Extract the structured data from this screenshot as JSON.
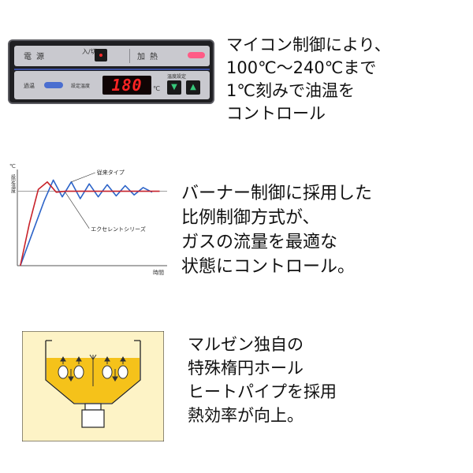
{
  "panel": {
    "power_label": "電源",
    "toggle_label": "入/切",
    "heat_label": "加熱",
    "overtemp_label": "過温",
    "settemp_label": "設定温度",
    "display_value": "180",
    "unit_label": "℃",
    "tempset_label": "温度設定",
    "down_glyph": "▼",
    "up_glyph": "▲",
    "led_color": "#ff2a2a",
    "heat_lamp_color": "#ff5b86",
    "overtemp_lamp_color": "#4a6ed0",
    "button_glyph_color": "#36c97a"
  },
  "section1": {
    "lines": [
      "マイコン制御により、",
      "100℃〜240℃まで",
      "1℃刻みで油温を",
      "コントロール"
    ]
  },
  "chart_data": {
    "type": "line",
    "ylabel": "設定温度",
    "yunit": "℃",
    "xlabel": "時間",
    "setpoint_y": 0.8,
    "xlim": [
      0,
      1
    ],
    "ylim": [
      0,
      1
    ],
    "series": [
      {
        "name": "従来タイプ",
        "color": "#2c63c8",
        "x": [
          0.02,
          0.1,
          0.18,
          0.24,
          0.3,
          0.36,
          0.42,
          0.48,
          0.54,
          0.6,
          0.66,
          0.72,
          0.78,
          0.84,
          0.9
        ],
        "y": [
          0.0,
          0.35,
          0.7,
          0.92,
          0.74,
          0.9,
          0.72,
          0.88,
          0.74,
          0.87,
          0.75,
          0.86,
          0.76,
          0.84,
          0.79
        ]
      },
      {
        "name": "エクセレントシリーズ",
        "color": "#c8222a",
        "x": [
          0.02,
          0.08,
          0.14,
          0.2,
          0.26,
          0.32,
          0.38,
          0.44,
          0.95
        ],
        "y": [
          0.0,
          0.45,
          0.82,
          0.9,
          0.79,
          0.8,
          0.8,
          0.8,
          0.8
        ]
      }
    ]
  },
  "section2": {
    "lines": [
      "バーナー制御に採用した",
      "比例制御方式が、",
      "ガスの流量を最適な",
      "状態にコントロール。"
    ]
  },
  "diagram": {
    "bg_color": "#fdf3c6",
    "oil_color": "#f5c21a"
  },
  "section3": {
    "lines": [
      "マルゼン独自の",
      "特殊楕円ホール",
      "ヒートパイプを採用",
      "熱効率が向上。"
    ]
  }
}
